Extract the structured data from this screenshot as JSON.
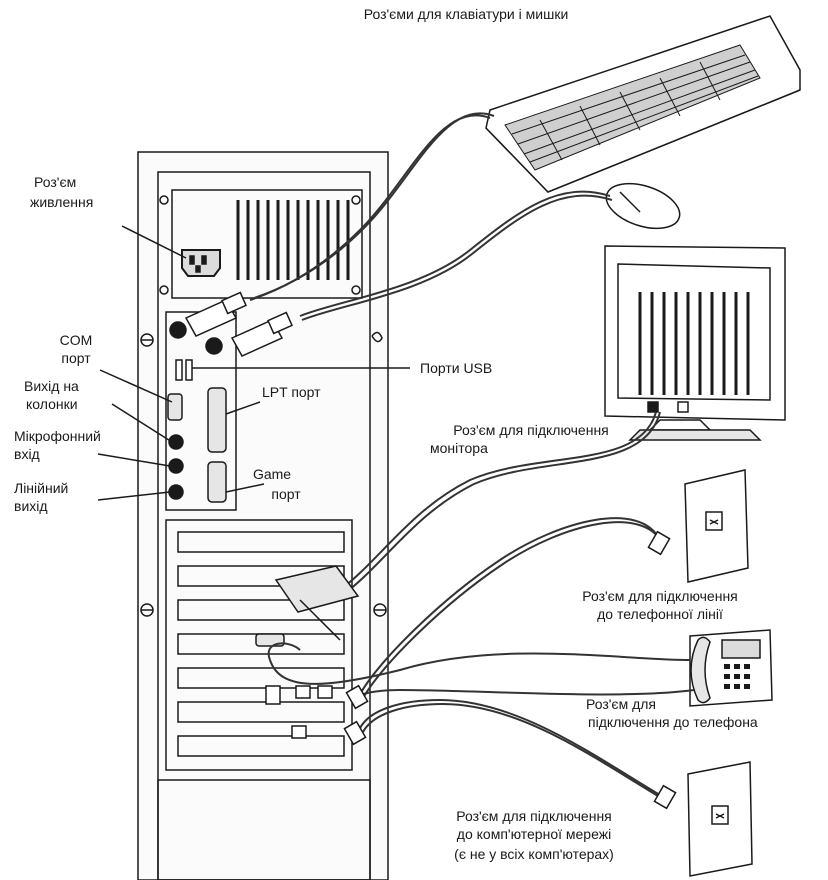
{
  "labels": {
    "keyboard_mouse": "Роз'єми для клавіатури і мишки",
    "power_line1": "Роз'єм",
    "power_line2": "живлення",
    "com_line1": "COM",
    "com_line2": "порт",
    "speaker_line1": "Вихід на",
    "speaker_line2": "колонки",
    "mic_line1": "Мікрофонний",
    "mic_line2": "вхід",
    "linear_line1": "Лінійний",
    "linear_line2": "вихід",
    "usb": "Порти USB",
    "lpt": "LPT порт",
    "game_line1": "Game",
    "game_line2": "порт",
    "monitor_line1": "Роз'єм для підключення",
    "monitor_line2": "монітора",
    "phone_line_line1": "Роз'єм для підключення",
    "phone_line_line2": "до телефонної лінії",
    "telephone_line1": "Роз'єм для",
    "telephone_line2": "підключення до телефона",
    "network_line1": "Роз'єм для підключення",
    "network_line2": "до комп'ютерної мережі",
    "network_line3": "(є не у всіх комп'ютерах)"
  },
  "devices": {
    "system_unit": "system-unit",
    "keyboard": "keyboard",
    "mouse": "mouse",
    "monitor": "monitor",
    "telephone": "telephone",
    "phone_wall_socket": "wall-socket",
    "network_wall_socket": "wall-socket"
  },
  "colors": {
    "ink": "#1a1a1a",
    "cable": "#333333",
    "paper": "#ffffff",
    "shade": "#e6e6e6"
  }
}
